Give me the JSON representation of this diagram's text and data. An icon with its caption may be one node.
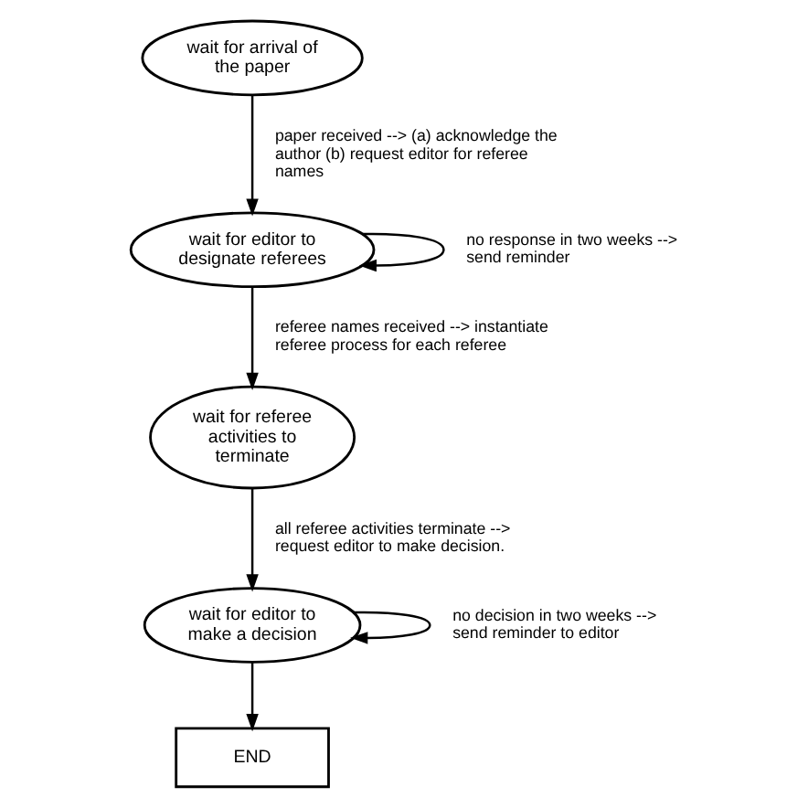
{
  "diagram": {
    "nodes": [
      {
        "text": [
          "wait for arrival of the paper"
        ]
      },
      {
        "text": [
          "wait for editor to designate referees"
        ]
      },
      {
        "text": [
          "wait for referee activities to terminate"
        ]
      },
      {
        "text": [
          "wait for editor to make a decision"
        ]
      },
      {
        "text": [
          "END"
        ]
      }
    ],
    "edges": [
      {
        "from": 0,
        "to": 1,
        "arrow": "to",
        "label": "paper received --> (a) acknowledge the author (b) request editor for referee names"
      },
      {
        "from": 1,
        "to": 1,
        "arrow": "to",
        "label": "no response in two weeks --> send reminder"
      },
      {
        "from": 1,
        "to": 2,
        "arrow": "to",
        "label": "referee names received --> instantiate referee process for each referee"
      },
      {
        "from": 2,
        "to": 3,
        "arrow": "to",
        "label": "all referee activities terminate --> request editor to make decision."
      },
      {
        "from": 3,
        "to": 3,
        "arrow": "to",
        "label": "no decision in two weeks --> send reminder to editor"
      },
      {
        "from": 3,
        "to": 4,
        "arrow": "to"
      }
    ]
  }
}
